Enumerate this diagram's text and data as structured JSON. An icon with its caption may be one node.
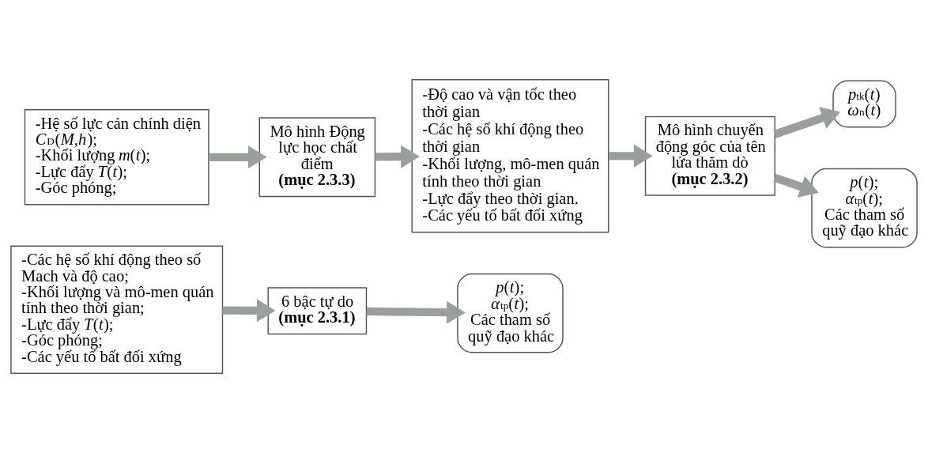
{
  "diagram": {
    "nodes": [
      {
        "text": [
          "-Hệ số lực cản chính diện *C*$_{D}$(*M,h*);",
          "-Khối lượng *m*(*t*);",
          "-Lực đẩy *T*(*t*);",
          "-Góc phóng;"
        ]
      },
      {
        "text": [
          "Mô hình Động lực học chất điểm",
          "**(mục 2.3.3)**"
        ]
      },
      {
        "text": [
          "-Độ cao và vận tốc theo thời gian",
          "-Các hệ số khí động theo thời gian",
          "-Khối lượng, mô-men quán tính theo thời gian",
          "-Lực đẩy theo thời gian.",
          "-Các yếu tố bất đối xứng"
        ]
      },
      {
        "text": [
          "Mô hình chuyển động góc của tên lửa thăm dò",
          "**(mục 2.3.2)**"
        ]
      },
      {
        "text": [
          "*p*$_{tk}$(*t*)",
          "*ω*$_{n}$(*t*)"
        ]
      },
      {
        "text": [
          "*p*(*t*); *α*$_{tp}$(*t*);",
          "Các tham số quỹ đạo khác"
        ]
      },
      {
        "text": [
          "-Các hệ số khí động theo số Mach và độ cao;",
          "-Khối lượng và mô-men quán tính theo thời gian;",
          "-Lực đẩy *T*(*t*);",
          "-Góc phóng;",
          "-Các yếu tố bất đối xứng"
        ]
      },
      {
        "text": [
          "6 bậc tự do",
          "**(mục 2.3.1)**"
        ]
      },
      {
        "text": [
          "*p*(*t*); *α*$_{tp}$(*t*);",
          "Các tham số quỹ đạo khác"
        ]
      }
    ],
    "edges": [
      {
        "from": 0,
        "to": 1,
        "arrow": "to"
      },
      {
        "from": 1,
        "to": 2,
        "arrow": "to"
      },
      {
        "from": 2,
        "to": 3,
        "arrow": "to"
      },
      {
        "from": 3,
        "to": 4,
        "arrow": "to"
      },
      {
        "from": 3,
        "to": 5,
        "arrow": "to"
      },
      {
        "from": 6,
        "to": 7,
        "arrow": "to"
      },
      {
        "from": 7,
        "to": 8,
        "arrow": "to"
      }
    ]
  }
}
